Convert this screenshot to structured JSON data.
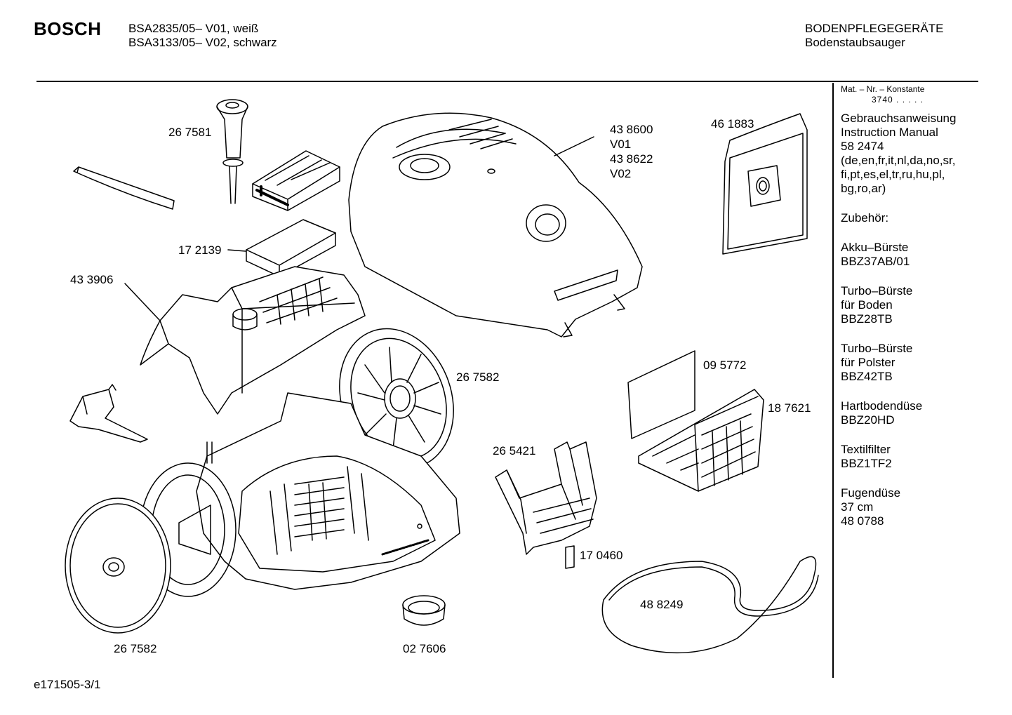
{
  "header": {
    "brand": "BOSCH",
    "models": [
      "BSA2835/05– V01, weiß",
      "BSA3133/05– V02, schwarz"
    ],
    "category": [
      "BODENPFLEGEGERÄTE",
      "Bodenstaubsauger"
    ]
  },
  "sidebar": {
    "mat_label": "Mat. – Nr. – Konstante",
    "mat_value": "3740 . . . . .",
    "manual": [
      "Gebrauchsanweisung",
      "Instruction Manual",
      "58 2474",
      "(de,en,fr,it,nl,da,no,sr,",
      "fi,pt,es,el,tr,ru,hu,pl,",
      "bg,ro,ar)"
    ],
    "accessories_heading": "Zubehör:",
    "accessories": [
      [
        "Akku–Bürste",
        "BBZ37AB/01"
      ],
      [
        "Turbo–Bürste",
        "für Boden",
        "BBZ28TB"
      ],
      [
        "Turbo–Bürste",
        "für Polster",
        "BBZ42TB"
      ],
      [
        "Hartbodendüse",
        "BBZ20HD"
      ],
      [
        "Textilfilter",
        "BBZ1TF2"
      ],
      [
        "Fugendüse",
        "37 cm",
        "48 0788"
      ]
    ]
  },
  "parts": {
    "p267581": "26 7581",
    "p438600": "43 8600",
    "v01": "V01",
    "p438622": "43 8622",
    "v02": "V02",
    "p461883": "46 1883",
    "p172139": "17 2139",
    "p433906": "43 3906",
    "p267582a": "26 7582",
    "p095772": "09 5772",
    "p187621": "18 7621",
    "p265421": "26 5421",
    "p170460": "17 0460",
    "p488249": "48 8249",
    "p267582b": "26 7582",
    "p027606": "02 7606"
  },
  "footer": {
    "doc_id": "e171505-3/1"
  }
}
